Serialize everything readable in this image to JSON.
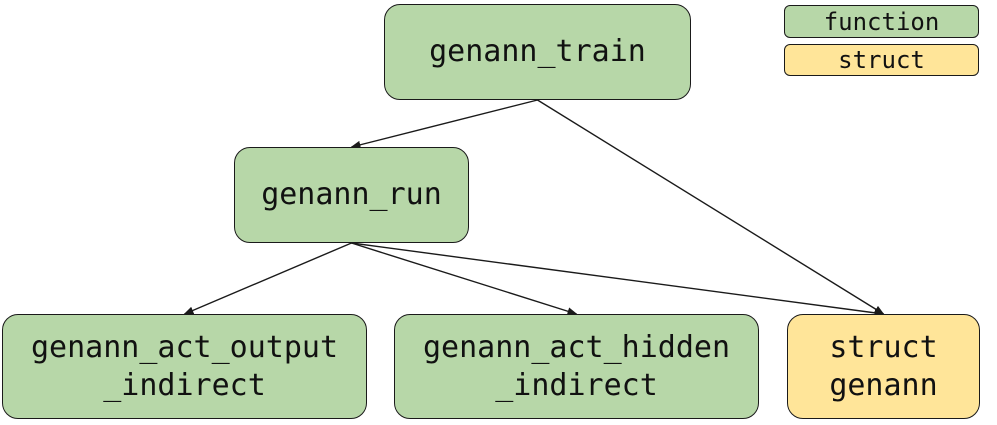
{
  "colors": {
    "function": "#b7d7a8",
    "struct": "#ffe599",
    "border": "#1a1a1a",
    "edge": "#1a1a1a"
  },
  "legend": [
    {
      "id": "legend-function",
      "label": "function",
      "kind": "function"
    },
    {
      "id": "legend-struct",
      "label": "struct",
      "kind": "struct"
    }
  ],
  "nodes": [
    {
      "id": "genann_train",
      "kind": "function",
      "lines": [
        "genann_train"
      ]
    },
    {
      "id": "genann_run",
      "kind": "function",
      "lines": [
        "genann_run"
      ]
    },
    {
      "id": "genann_act_output_indirect",
      "kind": "function",
      "lines": [
        "genann_act_output",
        "_indirect"
      ]
    },
    {
      "id": "genann_act_hidden_indirect",
      "kind": "function",
      "lines": [
        "genann_act_hidden",
        "_indirect"
      ]
    },
    {
      "id": "struct_genann",
      "kind": "struct",
      "lines": [
        "struct",
        "genann"
      ]
    }
  ],
  "edges": [
    {
      "from": "genann_train",
      "to": "genann_run"
    },
    {
      "from": "genann_train",
      "to": "struct_genann"
    },
    {
      "from": "genann_run",
      "to": "genann_act_output_indirect"
    },
    {
      "from": "genann_run",
      "to": "genann_act_hidden_indirect"
    },
    {
      "from": "genann_run",
      "to": "struct_genann"
    }
  ]
}
